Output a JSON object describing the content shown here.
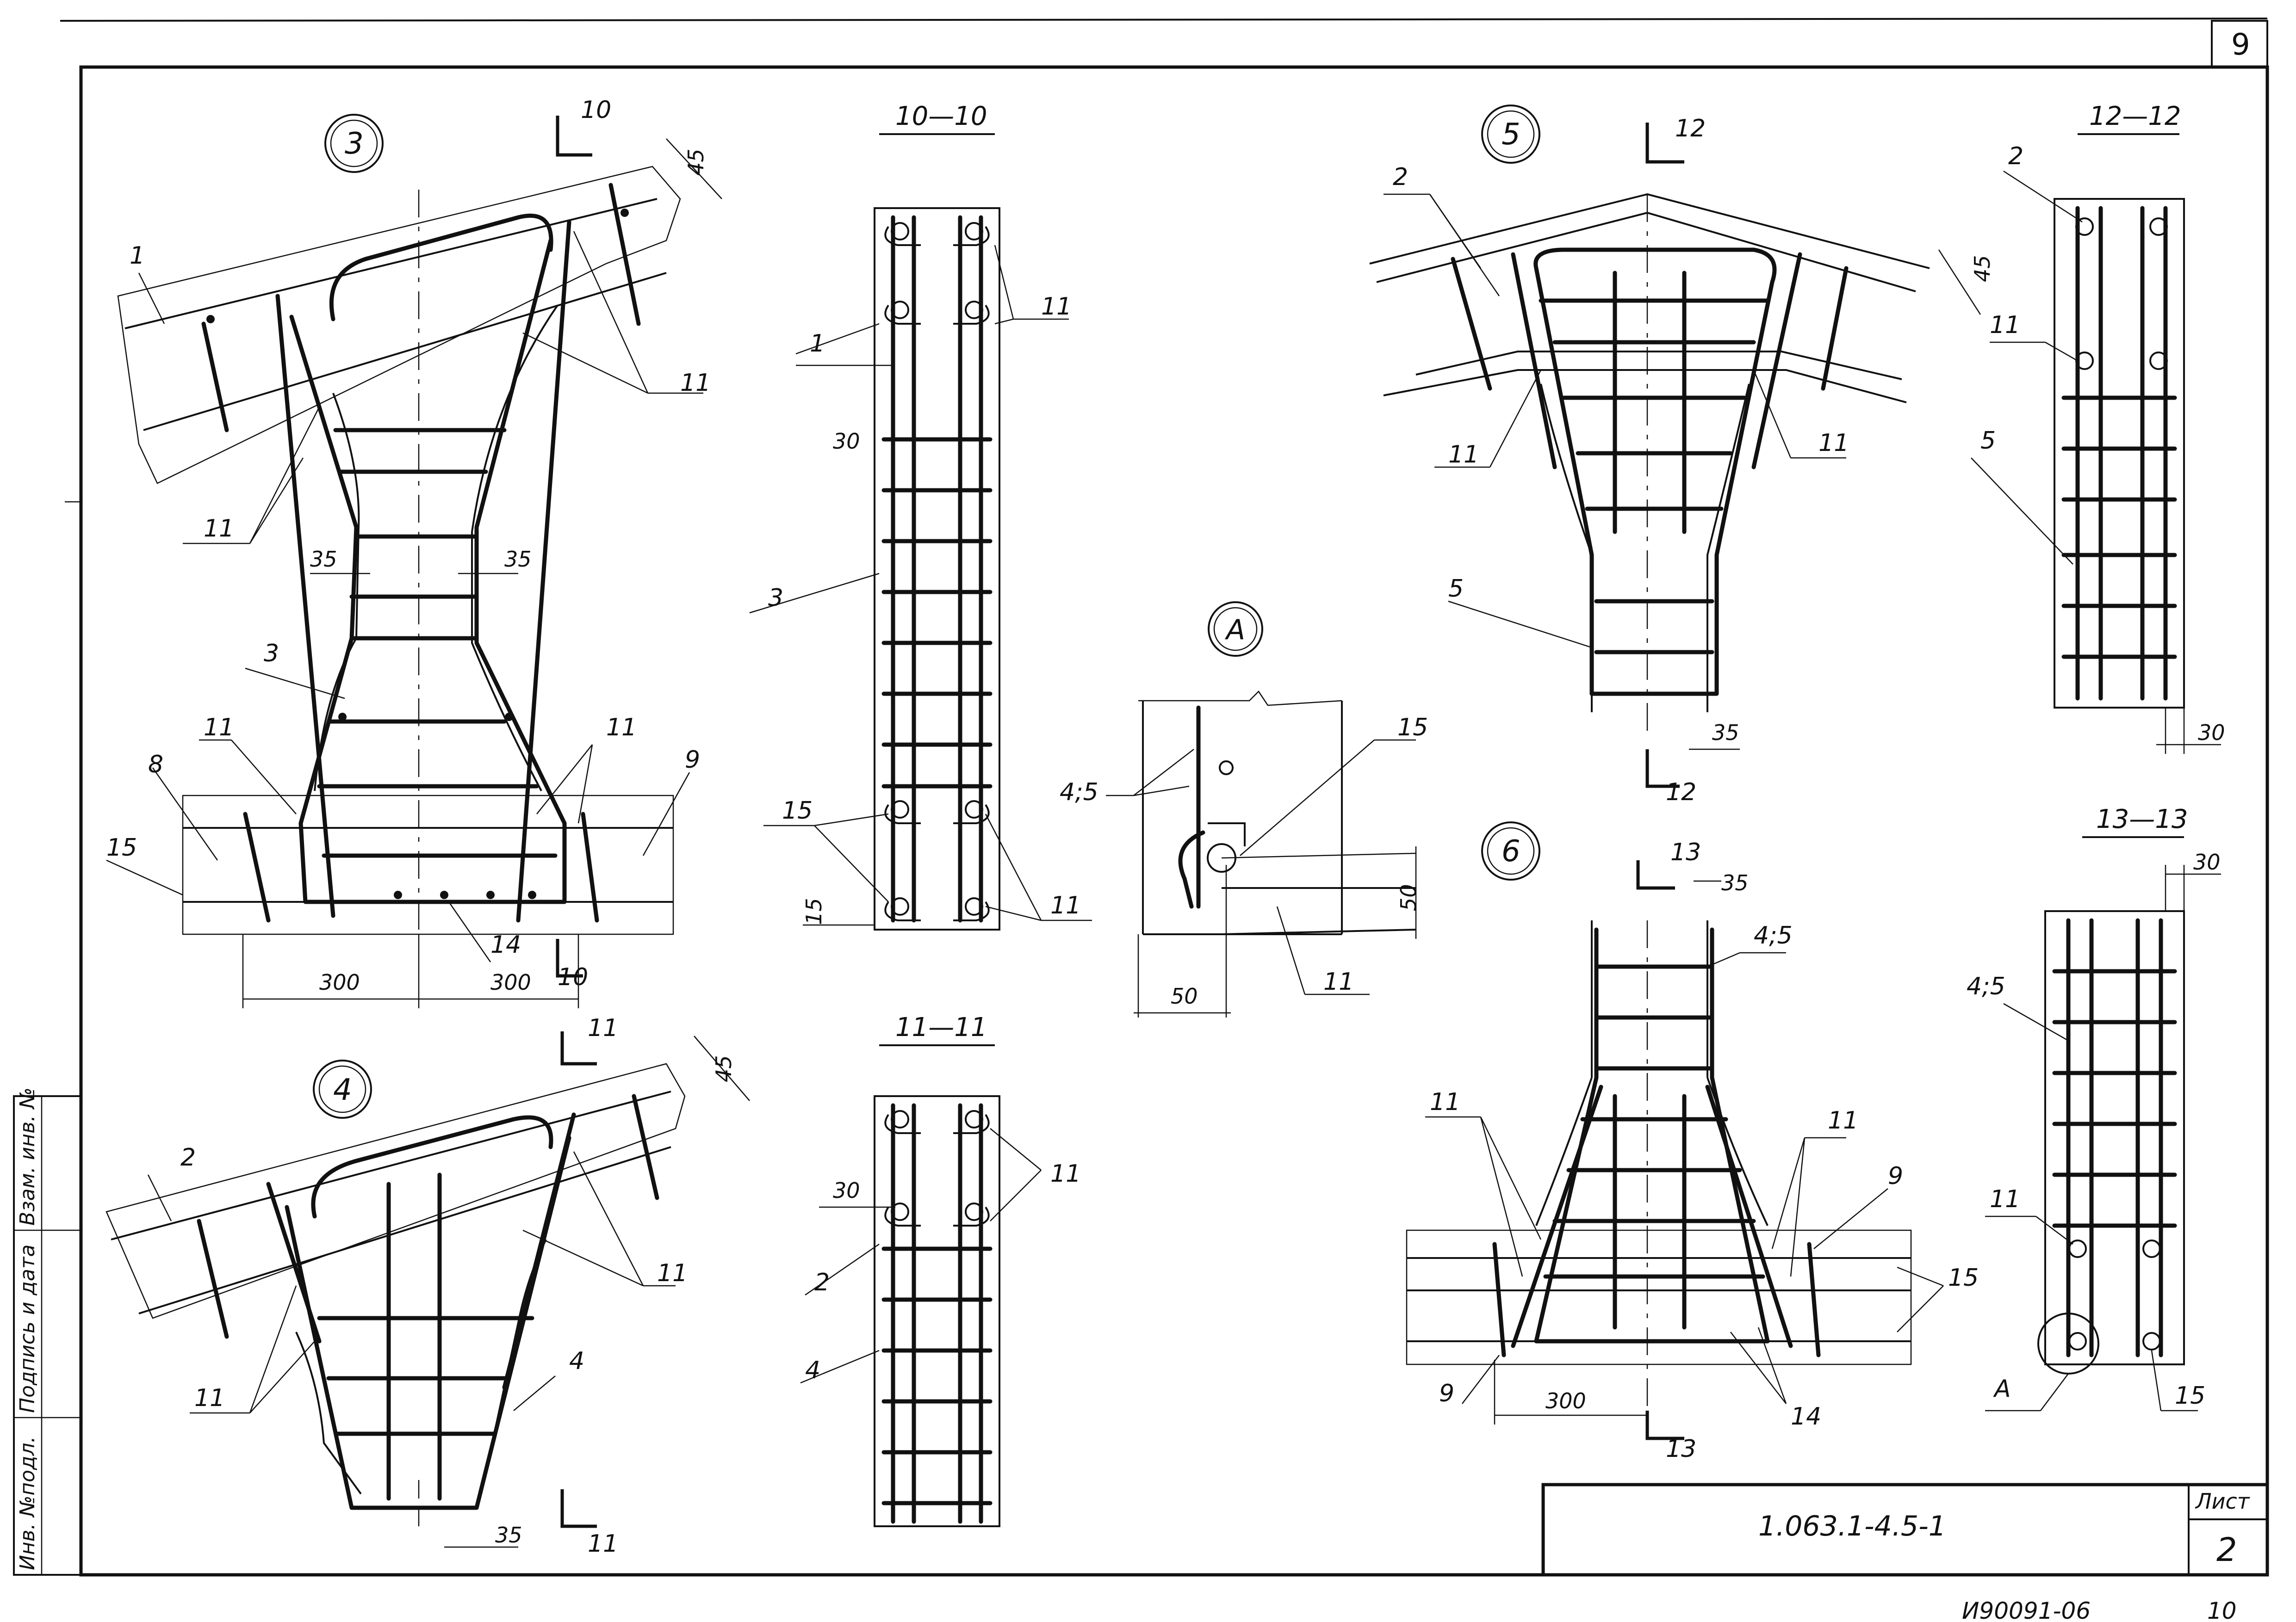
{
  "sheet": {
    "page_number_top": "9",
    "doc_code": "1.063.1-4.5-1",
    "sheet_label": "Лист",
    "sheet_number": "2",
    "bottom_code": "И90091-06",
    "bottom_page": "10"
  },
  "side_stamp": {
    "col1": "Инв. №подл.",
    "col2": "Подпись и дата",
    "col3": "Взам. инв. №"
  },
  "node3": {
    "circle": "3",
    "section_top": "10",
    "section_bottom": "10",
    "labels": [
      "1",
      "11",
      "11",
      "3",
      "11",
      "11",
      "8",
      "9",
      "15",
      "14"
    ],
    "dims": [
      "45",
      "35",
      "35",
      "300",
      "300"
    ]
  },
  "node4": {
    "circle": "4",
    "section_top": "11",
    "section_bottom": "11",
    "labels": [
      "2",
      "11",
      "11",
      "4"
    ],
    "dims": [
      "45",
      "35"
    ]
  },
  "node5": {
    "circle": "5",
    "section_top": "12",
    "section_bottom": "12",
    "labels": [
      "2",
      "11",
      "11",
      "5"
    ],
    "dims": [
      "45",
      "35"
    ]
  },
  "node6": {
    "circle": "6",
    "section_top": "13",
    "section_bottom": "13",
    "labels": [
      "4;5",
      "11",
      "11",
      "9",
      "9",
      "15",
      "14"
    ],
    "dims": [
      "35",
      "300"
    ]
  },
  "detailA": {
    "circle": "A",
    "labels": [
      "4;5",
      "15",
      "11"
    ],
    "dims": [
      "50",
      "50"
    ]
  },
  "sec1010": {
    "title": "10—10",
    "labels": [
      "1",
      "11",
      "3",
      "15",
      "11"
    ],
    "dims": [
      "30",
      "15"
    ]
  },
  "sec1111": {
    "title": "11—11",
    "labels": [
      "11",
      "2",
      "4"
    ],
    "dims": [
      "30"
    ]
  },
  "sec1212": {
    "title": "12—12",
    "labels": [
      "2",
      "11",
      "5"
    ],
    "dims": [
      "30"
    ]
  },
  "sec1313": {
    "title": "13—13",
    "labels": [
      "4;5",
      "11",
      "A",
      "15"
    ],
    "dims": [
      "30"
    ]
  }
}
